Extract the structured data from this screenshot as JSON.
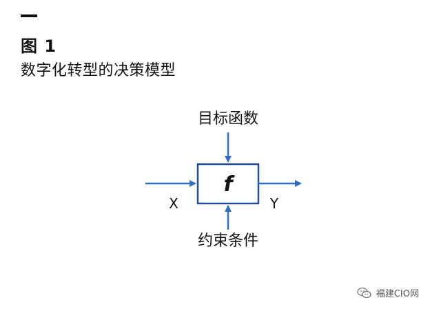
{
  "header": {
    "figure_label": "图 1",
    "caption": "数字化转型的决策模型"
  },
  "diagram": {
    "top_label": "目标函数",
    "bottom_label": "约束条件",
    "function_label": "f",
    "input_label": "X",
    "output_label": "Y",
    "arrow_color": "#2f6fc4",
    "box_border_color": "#1f4e96"
  },
  "watermark": {
    "text": "福建CIO网",
    "icon": "wechat-icon"
  }
}
